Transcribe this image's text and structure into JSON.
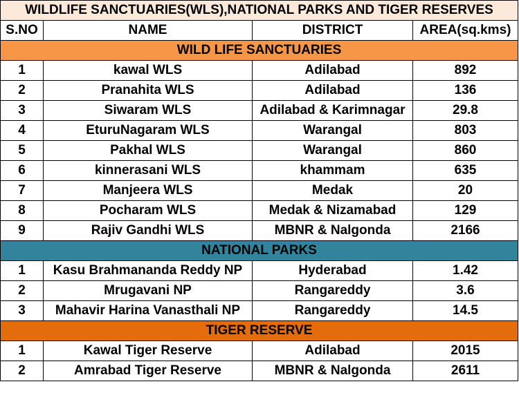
{
  "title": "WILDLIFE SANCTUARIES(WLS),NATIONAL PARKS AND TIGER RESERVES",
  "columns": [
    "S.NO",
    "NAME",
    "DISTRICT",
    "AREA(sq.kms)"
  ],
  "sections": [
    {
      "heading": "WILD LIFE SANCTUARIES",
      "color": "#f79646",
      "rows": [
        [
          "1",
          "kawal WLS",
          "Adilabad",
          "892"
        ],
        [
          "2",
          "Pranahita WLS",
          "Adilabad",
          "136"
        ],
        [
          "3",
          "Siwaram WLS",
          "Adilabad & Karimnagar",
          "29.8"
        ],
        [
          "4",
          "EturuNagaram WLS",
          "Warangal",
          "803"
        ],
        [
          "5",
          "Pakhal WLS",
          "Warangal",
          "860"
        ],
        [
          "6",
          "kinnerasani WLS",
          "khammam",
          "635"
        ],
        [
          "7",
          "Manjeera WLS",
          "Medak",
          "20"
        ],
        [
          "8",
          "Pocharam WLS",
          "Medak & Nizamabad",
          "129"
        ],
        [
          "9",
          "Rajiv Gandhi WLS",
          "MBNR & Nalgonda",
          "2166"
        ]
      ]
    },
    {
      "heading": "NATIONAL PARKS",
      "color": "#31849b",
      "rows": [
        [
          "1",
          "Kasu Brahmananda Reddy NP",
          "Hyderabad",
          "1.42"
        ],
        [
          "2",
          "Mrugavani NP",
          "Rangareddy",
          "3.6"
        ],
        [
          "3",
          "Mahavir Harina Vanasthali NP",
          "Rangareddy",
          "14.5"
        ]
      ]
    },
    {
      "heading": "TIGER RESERVE",
      "color": "#e46c0a",
      "rows": [
        [
          "1",
          "Kawal Tiger Reserve",
          "Adilabad",
          "2015"
        ],
        [
          "2",
          "Amrabad Tiger Reserve",
          "MBNR & Nalgonda",
          "2611"
        ]
      ]
    }
  ]
}
